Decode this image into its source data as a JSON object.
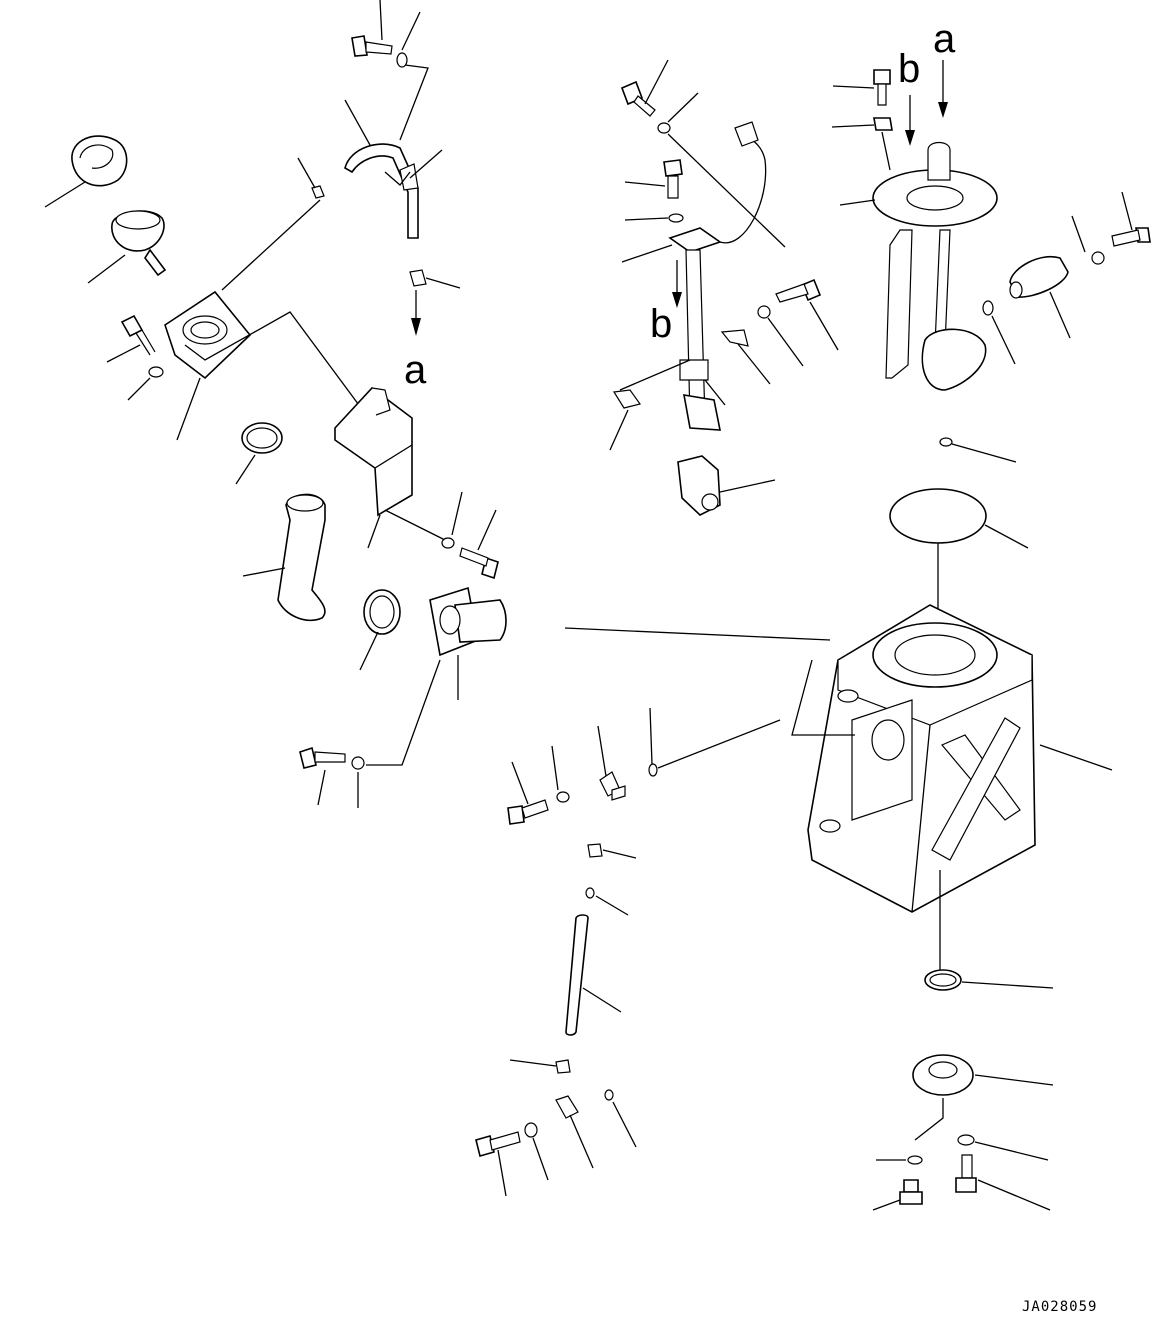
{
  "diagram": {
    "reference_labels": [
      "a",
      "b",
      "a",
      "b"
    ],
    "drawing_code": "JA028059"
  }
}
